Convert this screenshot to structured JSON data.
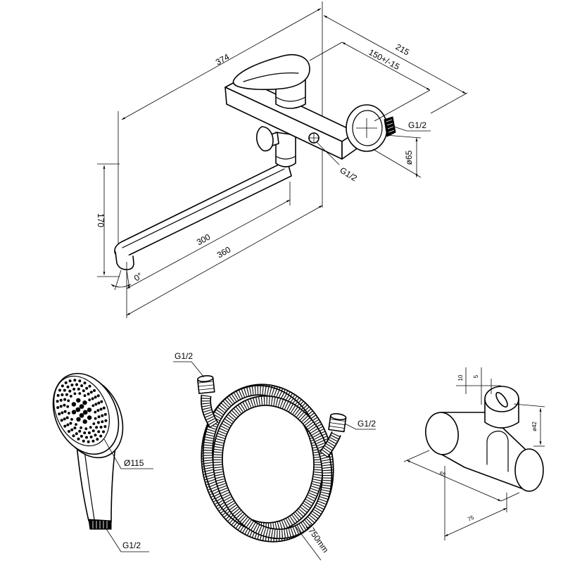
{
  "mixer": {
    "overall_length": "374",
    "projection": "215",
    "center_distance": "150+/-15",
    "inlet_thread": "G1/2",
    "flange_diameter": "ø65",
    "outlet_thread": "G1/2",
    "height": "170",
    "spout_reach_inner": "300",
    "spout_reach_outer": "360",
    "spout_angle": "0°"
  },
  "hand_shower": {
    "head_diameter": "Ø115",
    "thread": "G1/2"
  },
  "hose": {
    "thread_left": "G1/2",
    "thread_right": "G1/2",
    "length": "1750mm"
  },
  "bracket": {
    "dim_10": "10",
    "dim_5": "5",
    "diameter": "ø42",
    "dim_65": "65",
    "dim_75": "75"
  }
}
